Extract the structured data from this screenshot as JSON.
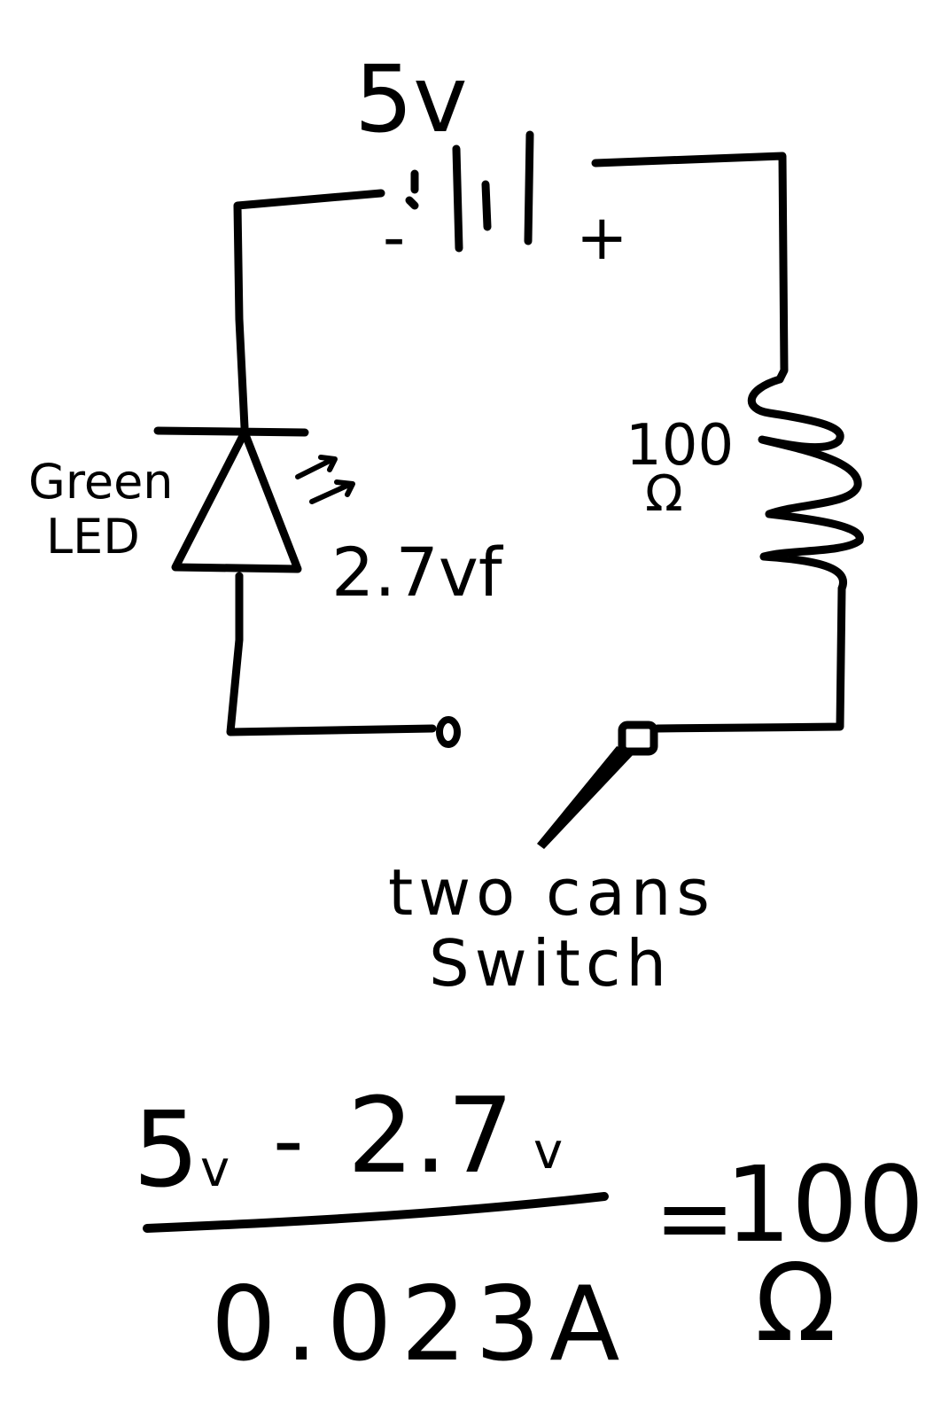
{
  "battery": {
    "voltage_label": "5v",
    "minus_label": "-",
    "plus_label": "+"
  },
  "led": {
    "name_line1": "Green",
    "name_line2": "LED",
    "forward_voltage": "2.7vf"
  },
  "resistor": {
    "value": "100",
    "unit": "Ω"
  },
  "switch": {
    "label_line1": "two cans",
    "label_line2": "Switch"
  },
  "equation": {
    "numerator_a": "5",
    "numerator_a_unit": "v",
    "minus": "-",
    "numerator_b": "2.7",
    "numerator_b_unit": "v",
    "denominator": "0.023A",
    "equals": "=",
    "result": "100",
    "result_unit": "Ω"
  }
}
